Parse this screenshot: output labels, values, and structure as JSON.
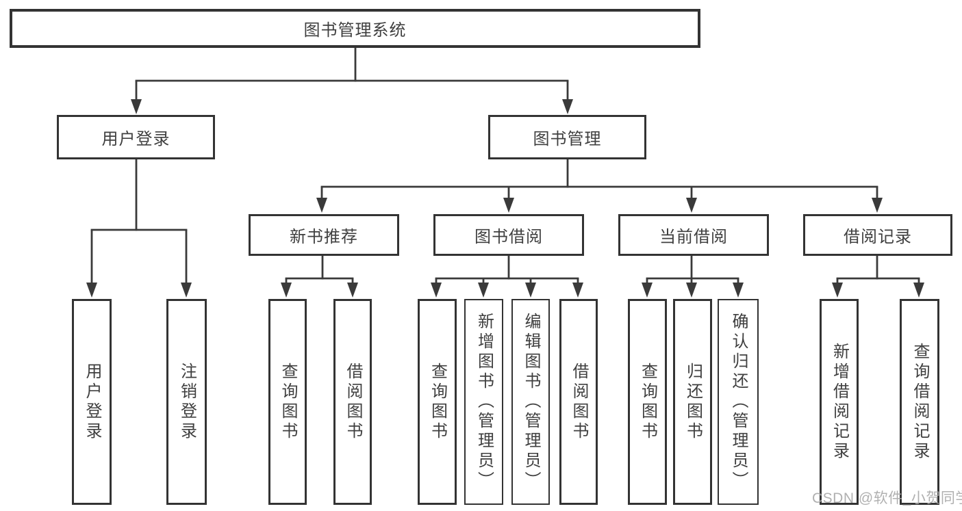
{
  "diagram_title": "图书管理系统",
  "watermark": {
    "text": "CSDN @软件_小贺同学",
    "color": "#a8a8a8"
  },
  "colors": {
    "background": "#ffffff",
    "box_border": "#333333",
    "line": "#3a3a3a",
    "text": "#3f3f3f"
  },
  "nodes": {
    "root": {
      "label": "图书管理系统"
    },
    "user_login": {
      "label": "用户登录"
    },
    "book_management": {
      "label": "图书管理"
    },
    "new_book_recommend": {
      "label": "新书推荐"
    },
    "book_borrow": {
      "label": "图书借阅"
    },
    "current_borrow": {
      "label": "当前借阅"
    },
    "borrow_records": {
      "label": "借阅记录"
    }
  },
  "leaves": [
    {
      "parent": "user_login",
      "label": "用户登录"
    },
    {
      "parent": "user_login",
      "label": "注销登录"
    },
    {
      "parent": "new_book_recommend",
      "label": "查询图书"
    },
    {
      "parent": "new_book_recommend",
      "label": "借阅图书"
    },
    {
      "parent": "book_borrow",
      "label": "查询图书"
    },
    {
      "parent": "book_borrow",
      "label": "新增图书（管理员）"
    },
    {
      "parent": "book_borrow",
      "label": "编辑图书（管理员）"
    },
    {
      "parent": "book_borrow",
      "label": "借阅图书"
    },
    {
      "parent": "current_borrow",
      "label": "查询图书"
    },
    {
      "parent": "current_borrow",
      "label": "归还图书"
    },
    {
      "parent": "current_borrow",
      "label": "确认归还（管理员）"
    },
    {
      "parent": "borrow_records",
      "label": "新增借阅记录"
    },
    {
      "parent": "borrow_records",
      "label": "查询借阅记录"
    }
  ]
}
